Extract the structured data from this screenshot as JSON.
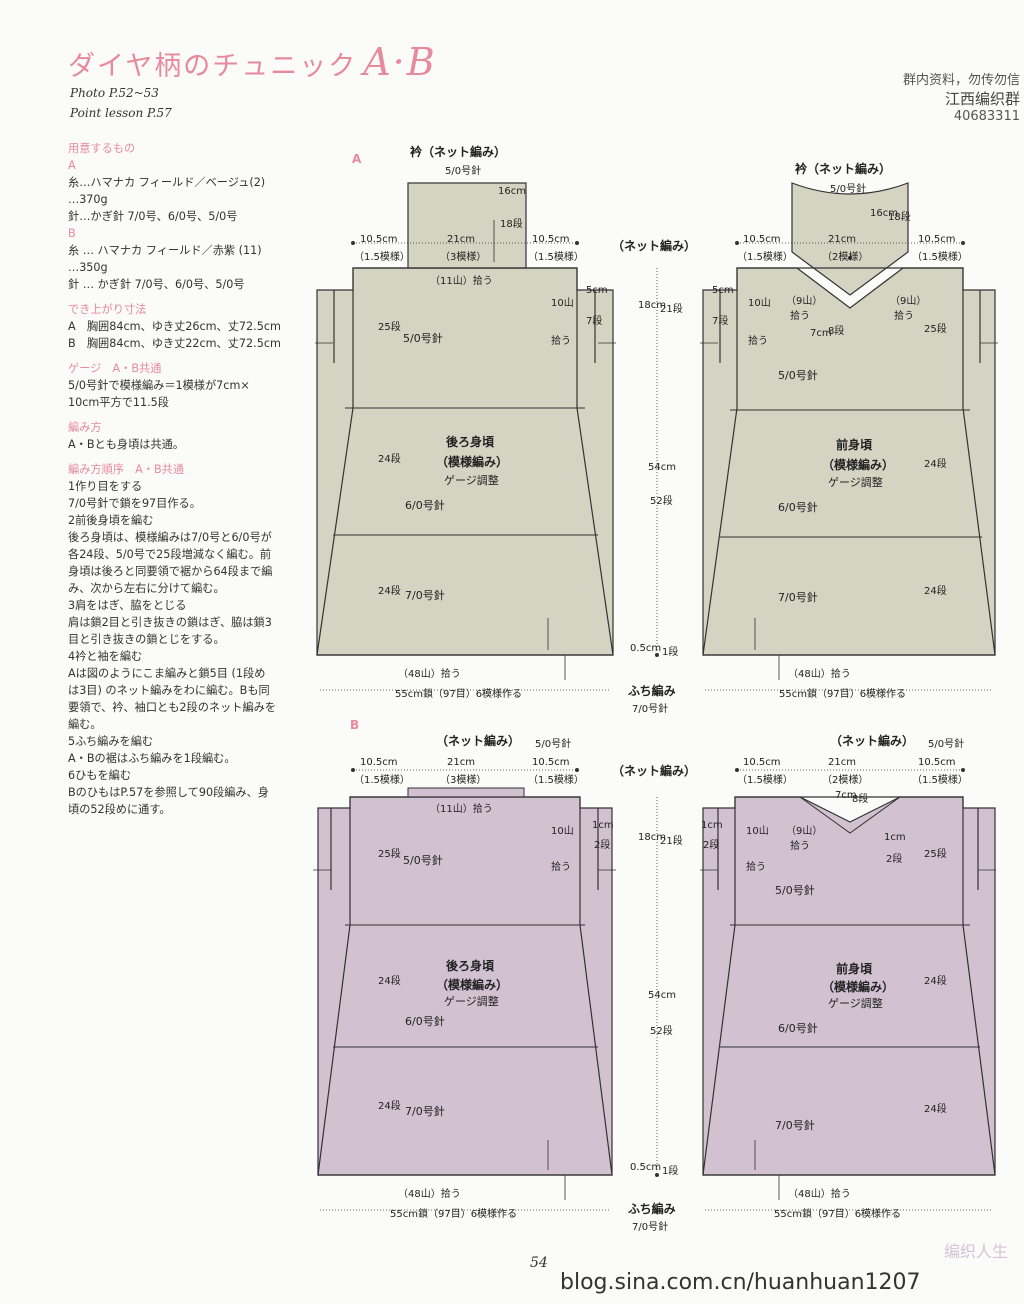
{
  "title": {
    "main": "ダイヤ柄のチュニック",
    "ab": "A·B"
  },
  "refs": {
    "photo": "Photo  P.52~53",
    "lesson": "Point lesson  P.57"
  },
  "watermark": {
    "line1": "群内资料，勿传勿信",
    "line2": "江西编织群",
    "line3": "40683311"
  },
  "side": [
    {
      "t": "用意するもの",
      "c": "h"
    },
    {
      "t": "A",
      "c": "p"
    },
    {
      "t": "糸…ハマナカ フィールド／ベージュ(2)"
    },
    {
      "t": "…370g"
    },
    {
      "t": "針…かぎ針 7/0号、6/0号、5/0号"
    },
    {
      "t": "B",
      "c": "p"
    },
    {
      "t": "糸 … ハマナカ フィールド／赤紫 (11)"
    },
    {
      "t": "…350g"
    },
    {
      "t": "針 … かぎ針 7/0号、6/0号、5/0号"
    },
    {
      "t": "",
      "c": "gap"
    },
    {
      "t": "でき上がり寸法",
      "c": "h"
    },
    {
      "t": "A　胸囲84cm、ゆき丈26cm、丈72.5cm"
    },
    {
      "t": "B　胸囲84cm、ゆき丈22cm、丈72.5cm"
    },
    {
      "t": "",
      "c": "gap"
    },
    {
      "t": "ゲージ　A・B共通",
      "c": "h"
    },
    {
      "t": "5/0号針で模様編み＝1模様が7cm×"
    },
    {
      "t": "10cm平方で11.5段"
    },
    {
      "t": "",
      "c": "gap"
    },
    {
      "t": "編み方",
      "c": "h"
    },
    {
      "t": "A・Bとも身頃は共通。"
    },
    {
      "t": "",
      "c": "gap"
    },
    {
      "t": "編み方順序　A・B共通",
      "c": "h"
    },
    {
      "t": "1作り目をする"
    },
    {
      "t": "7/0号針で鎖を97目作る。"
    },
    {
      "t": "2前後身頃を編む"
    },
    {
      "t": "後ろ身頃は、模様編みは7/0号と6/0号が"
    },
    {
      "t": "各24段、5/0号で25段増減なく編む。前"
    },
    {
      "t": "身頃は後ろと同要領で裾から64段まで編"
    },
    {
      "t": "み、次から左右に分けて編む。"
    },
    {
      "t": "3肩をはぎ、脇をとじる"
    },
    {
      "t": "肩は鎖2目と引き抜きの鎖はぎ、脇は鎖3"
    },
    {
      "t": "目と引き抜きの鎖とじをする。"
    },
    {
      "t": "4衿と袖を編む"
    },
    {
      "t": "Aは図のようにこま編みと鎖5目 (1段め"
    },
    {
      "t": "は3目) のネット編みをわに編む。Bも同"
    },
    {
      "t": "要領で、衿、袖口とも2段のネット編みを"
    },
    {
      "t": "編む。"
    },
    {
      "t": "5ふち編みを編む"
    },
    {
      "t": "A・Bの裾はふち編みを1段編む。"
    },
    {
      "t": "6ひもを編む"
    },
    {
      "t": "BのひもはP.57を参照して90段編み、身"
    },
    {
      "t": "頃の52段めに通す。"
    }
  ],
  "sections": {
    "a": "A",
    "b": "B"
  },
  "labels": {
    "collar": "衿（ネット編み）",
    "net": "（ネット編み）",
    "hook5": "5/0号針",
    "hook6": "6/0号針",
    "hook7": "7/0号針",
    "back_name": "後ろ身頃",
    "front_name": "前身頃",
    "pattern": "（模様編み）",
    "gauge": "ゲージ調整",
    "edge": "ふち編み",
    "chain": "55cm鎖（97目）6模様作る",
    "pick48": "（48山）拾う",
    "pick11": "（11山）拾う",
    "pick9": "（9山）",
    "hirou": "拾う",
    "w105": "10.5cm",
    "w105s": "（1.5模様）",
    "w21": "21cm",
    "w21a": "（3模様）",
    "w21b": "（2模様）",
    "r25": "25段",
    "r24": "24段",
    "r10": "10山",
    "r21": "21段",
    "r52": "52段",
    "r18": "18段",
    "r8": "8段",
    "r7": "7段",
    "r2": "2段",
    "r1": "1段",
    "d16": "16cm",
    "d18": "18cm",
    "d54": "54cm",
    "d5": "5cm",
    "d7": "7cm",
    "d1": "1cm",
    "d05": "0.5cm"
  },
  "colors": {
    "a_fill": "#d5d3c2",
    "b_fill": "#d1c1d1",
    "line": "#333333",
    "accent": "#e88a9e"
  },
  "footer": {
    "page": "54",
    "url": "blog.sina.com.cn/huanhuan1207",
    "logo": "编织人生"
  }
}
